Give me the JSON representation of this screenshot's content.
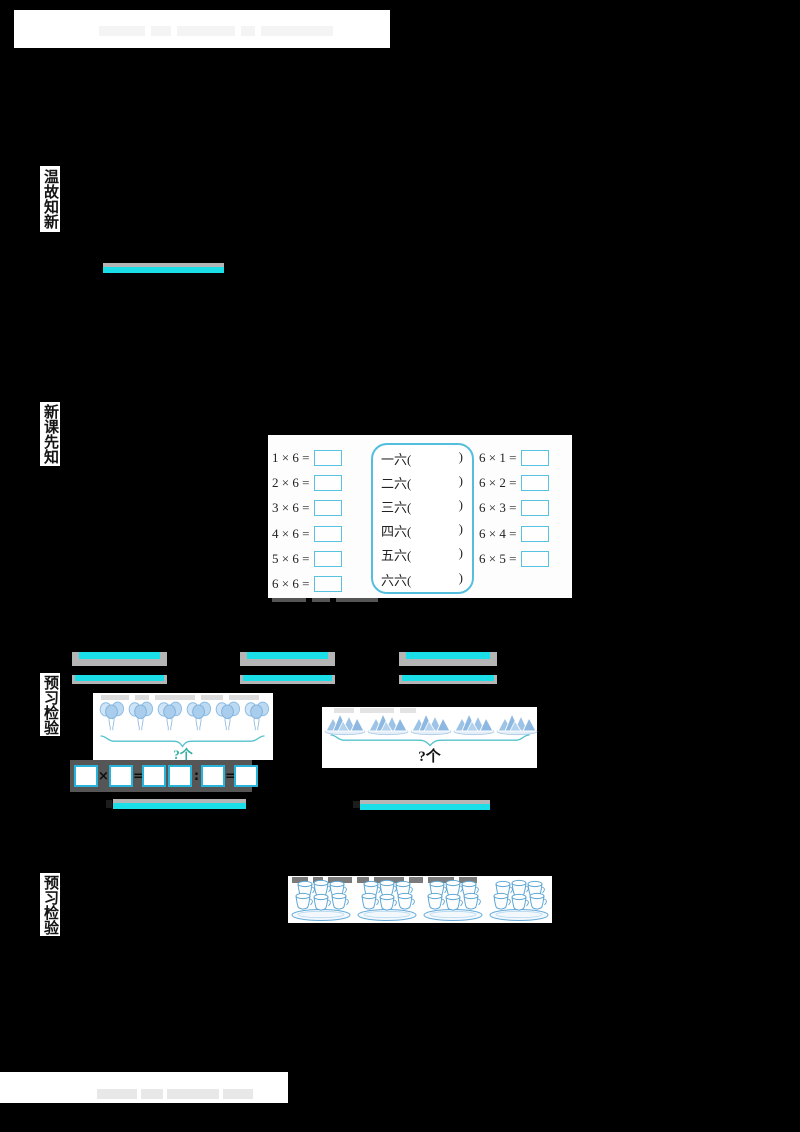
{
  "sections": {
    "review": "温故知新",
    "new_lesson": "新课先知",
    "preview_check_1": "预习检验",
    "preview_check_2": "预习检验"
  },
  "multiplication_table": {
    "left_equations": [
      "1 × 6 =",
      "2 × 6 =",
      "3 × 6 =",
      "4 × 6 =",
      "5 × 6 =",
      "6 × 6 ="
    ],
    "formulas": [
      "一六(",
      "二六(",
      "三六(",
      "四六(",
      "五六(",
      "六六("
    ],
    "close_paren": ")",
    "right_equations": [
      "6 × 1 =",
      "6 × 2 =",
      "6 × 3 =",
      "6 × 4 =",
      "6 × 5 ="
    ]
  },
  "balloons": {
    "groups": 6,
    "balloons_per_group": 3,
    "question_label": "?个",
    "symbols": [
      "×",
      "=",
      ":",
      "="
    ]
  },
  "boats": {
    "groups": 5,
    "question_label": "?个"
  },
  "cups": {
    "groups": 4,
    "cups_per_group": 6
  },
  "colors": {
    "background": "#000000",
    "panel": "#ffffff",
    "cyan_highlight": "#1bdfe8",
    "bar_gray": "#b5b5b5",
    "box_border": "#58c2e0",
    "eq_box_border": "#27b3da",
    "question_teal": "#2fae9f",
    "art_blue": "#8abbe3"
  }
}
